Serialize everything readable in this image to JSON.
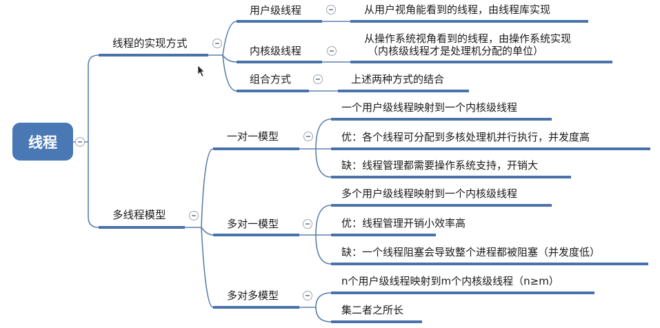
{
  "root": {
    "label": "线程"
  },
  "branches": [
    {
      "label": "线程的实现方式",
      "children": [
        {
          "label": "用户级线程",
          "details": [
            "从用户视角能看到的线程，由线程库实现"
          ]
        },
        {
          "label": "内核级线程",
          "details": [
            "从操作系统视角看到的线程，由操作系统实现",
            "（内核级线程才是处理机分配的单位）"
          ]
        },
        {
          "label": "组合方式",
          "details": [
            "上述两种方式的结合"
          ]
        }
      ]
    },
    {
      "label": "多线程模型",
      "children": [
        {
          "label": "一对一模型",
          "details": [
            "一个用户级线程映射到一个内核级线程",
            "优：各个线程可分配到多核处理机并行执行，并发度高",
            "缺：线程管理都需要操作系统支持，开销大"
          ]
        },
        {
          "label": "多对一模型",
          "details": [
            "多个用户级线程映射到一个内核级线程",
            "优：线程管理开销小效率高",
            "缺：一个线程阻塞会导致整个进程都被阻塞（并发度低）"
          ]
        },
        {
          "label": "多对多模型",
          "details": [
            "n个用户级线程映射到m个内核级线程（n≥m）",
            "集二者之所长"
          ]
        }
      ]
    }
  ],
  "colors": {
    "accent": "#4a78b5",
    "line": "#5b7fae",
    "toggle": "#9aa3b2"
  },
  "toggle_icon": "collapse-minus-icon"
}
